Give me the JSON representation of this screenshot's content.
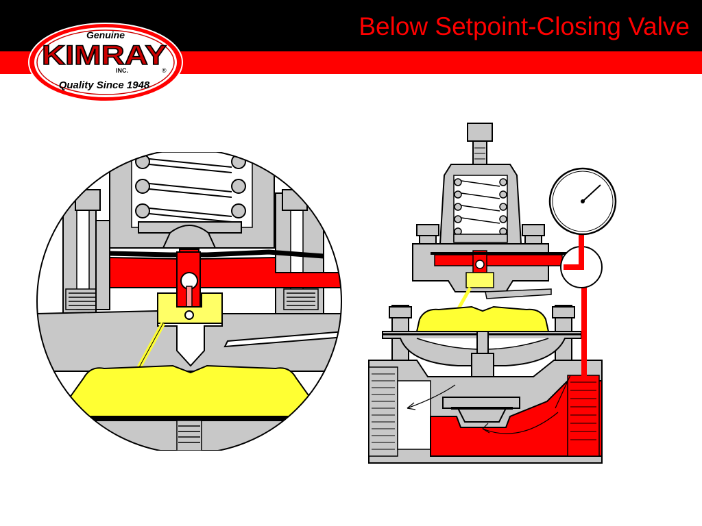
{
  "slide": {
    "title": "Below Setpoint-Closing Valve"
  },
  "logo": {
    "tagline_top": "Genuine",
    "brand": "KIMRAY",
    "suffix": "INC.",
    "registered": "®",
    "tagline_bottom": "Quality Since 1948"
  },
  "colors": {
    "header_black": "#000000",
    "header_red": "#ff0000",
    "body_gray": "#c8c8c8",
    "outline": "#000000",
    "pressure_red": "#ff0000",
    "pilot_yellow": "#ffff66",
    "diaphragm_yellow": "#ffff33"
  }
}
